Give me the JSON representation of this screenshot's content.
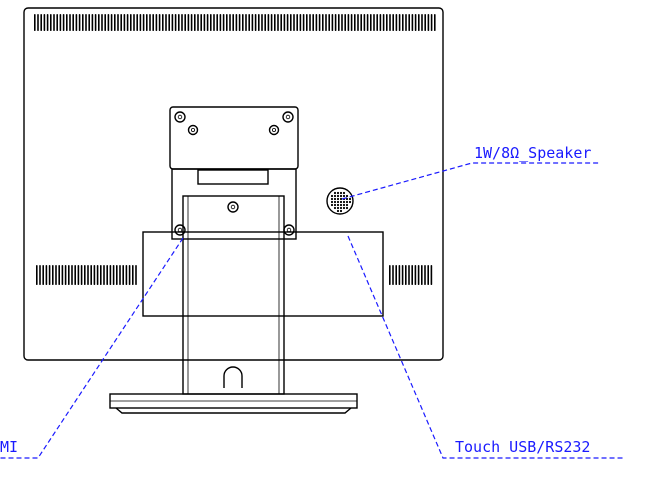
{
  "callouts": {
    "speaker": "1W/8Ω_Speaker",
    "hdmi": "MI",
    "touch": "Touch USB/RS232"
  },
  "colors": {
    "leader": "#1a1aff",
    "outline": "#000000",
    "background": "#ffffff"
  }
}
